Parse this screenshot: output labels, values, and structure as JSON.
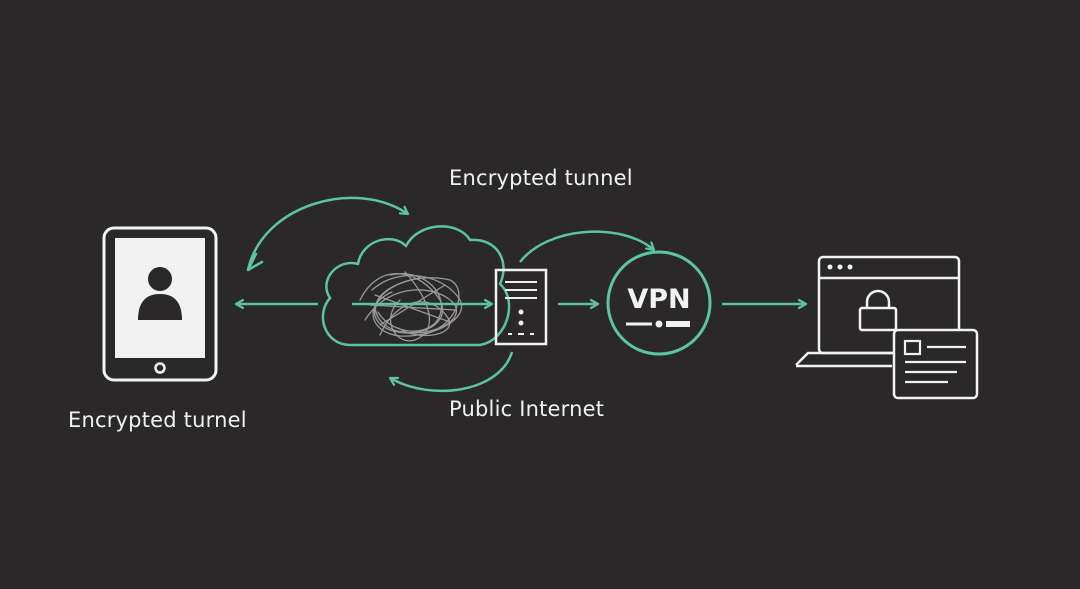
{
  "labels": {
    "top_tunnel": "Encrypted tunnel",
    "public_internet": "Public Internet",
    "device_tunnel": "Encrypted turnel",
    "vpn": "VPN"
  },
  "icons": {
    "device": "tablet-user-icon",
    "internet": "cloud-icon",
    "server": "server-icon",
    "vpn": "vpn-badge-icon",
    "destination": "laptop-lock-icon",
    "document": "document-card-icon"
  },
  "colors": {
    "background": "#2a2828",
    "accent": "#5cc4a4",
    "outline": "#f2f2f2",
    "scribble": "#9a9a9a"
  }
}
